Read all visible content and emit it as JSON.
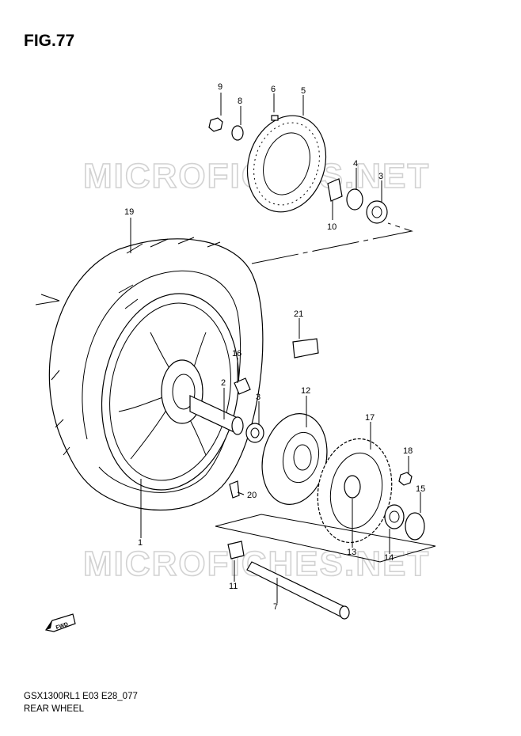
{
  "figure": {
    "title": "FIG.77"
  },
  "footer": {
    "code": "GSX1300RL1 E03 E28_077",
    "caption": "REAR WHEEL"
  },
  "watermark": {
    "text": "MICROFICHES.NET"
  },
  "fwd_arrow": {
    "label": "FWD"
  },
  "callouts": [
    "1",
    "2",
    "3",
    "3",
    "4",
    "5",
    "6",
    "7",
    "8",
    "9",
    "10",
    "11",
    "12",
    "13",
    "14",
    "15",
    "16",
    "17",
    "18",
    "19",
    "20",
    "21"
  ]
}
